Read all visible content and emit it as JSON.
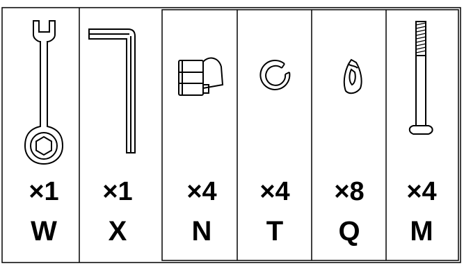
{
  "parts": [
    {
      "icon": "wrench-icon",
      "quantity": "×1",
      "code": "W"
    },
    {
      "icon": "hex-key-icon",
      "quantity": "×1",
      "code": "X"
    },
    {
      "icon": "cap-nut-icon",
      "quantity": "×4",
      "code": "N"
    },
    {
      "icon": "lock-washer-icon",
      "quantity": "×4",
      "code": "T"
    },
    {
      "icon": "spring-washer-icon",
      "quantity": "×8",
      "code": "Q"
    },
    {
      "icon": "bolt-icon",
      "quantity": "×4",
      "code": "M"
    }
  ]
}
